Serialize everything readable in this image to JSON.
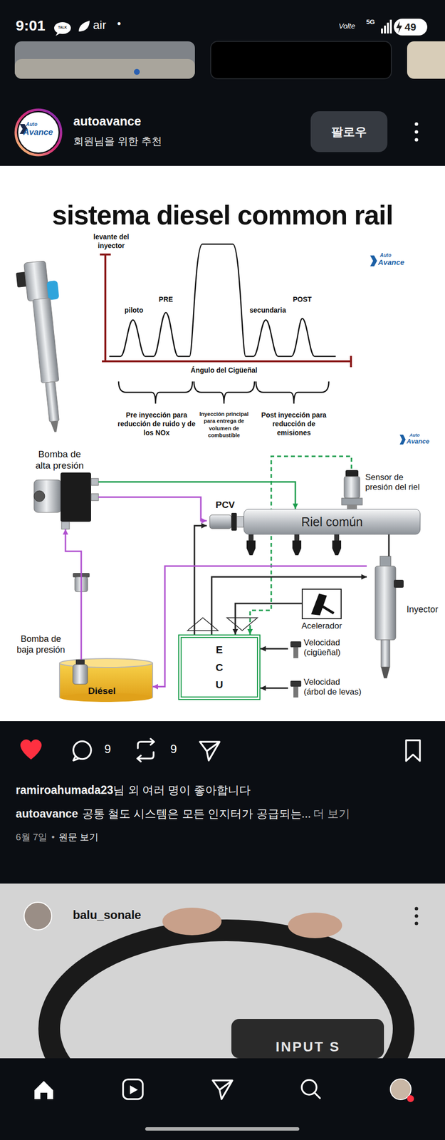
{
  "diagram": {
    "title": "sistema diesel common rail",
    "nodes": [
      {
        "text": [
          "팔로우"
        ]
      },
      {
        "text": [
          "Bomba de alta presión"
        ]
      },
      {
        "text": [
          "PCV"
        ]
      },
      {
        "text": [
          "Sensor de presión del riel"
        ]
      },
      {
        "text": [
          "Riel común"
        ]
      },
      {
        "text": [
          "Inyector"
        ]
      },
      {
        "text": [
          "Acelerador"
        ]
      },
      {
        "text": [
          "E C U"
        ]
      },
      {
        "text": [
          "Bomba de baja presión"
        ]
      },
      {
        "text": [
          "Velocidad (cigüeñal)"
        ]
      },
      {
        "text": [
          "Diésel"
        ]
      },
      {
        "text": [
          "Velocidad (árbol de levas)"
        ]
      }
    ],
    "edges": [
      {
        "from": 1,
        "to": 4,
        "arrow": "to"
      },
      {
        "from": 1,
        "to": 2,
        "arrow": "to"
      },
      {
        "from": 3,
        "to": 7,
        "arrow": "to"
      },
      {
        "from": 7,
        "to": 2,
        "arrow": "to"
      },
      {
        "from": 4,
        "to": 5,
        "arrow": "none"
      },
      {
        "from": 7,
        "to": 5,
        "arrow": "to"
      },
      {
        "from": 5,
        "to": 10,
        "arrow": "to"
      },
      {
        "from": 8,
        "to": 1,
        "arrow": "to"
      },
      {
        "from": 6,
        "to": 7,
        "arrow": "to"
      },
      {
        "from": 9,
        "to": 7,
        "arrow": "to"
      },
      {
        "from": 11,
        "to": 7,
        "arrow": "to"
      }
    ],
    "labels": [
      "9:01",
      "TALK",
      "air",
      "•",
      "Volte",
      "5G",
      "49",
      "Auto",
      "Avance",
      "autoavance",
      "회원님을 위한 추천",
      "levante del inyector",
      "piloto",
      "PRE",
      "secundaria",
      "POST",
      "Ángulo del Cigüeñal",
      "Pre inyección para reducción de ruido y de los NOx",
      "Inyección principal para entrega de volumen de combustible",
      "Post inyección para reducción de emisiones",
      "Auto",
      "Avance",
      "Auto",
      "Avance",
      "9",
      "9",
      "ramiroahumada23",
      "님 외 여러 명이 좋아합니다",
      "autoavance",
      "공통 철도 시스템은 모든 인지터가 공급되는...",
      "더 보기",
      "6월 7일",
      "•",
      "원문 보기",
      "balu_sonale",
      "INPUT S"
    ]
  }
}
